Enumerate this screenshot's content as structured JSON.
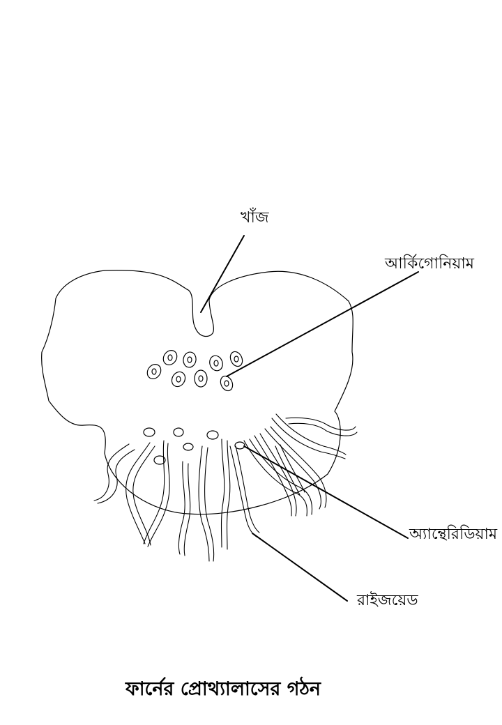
{
  "labels": {
    "notch": "খাঁজ",
    "archegonium": "আর্কিগোনিয়াম",
    "antheridium": "অ্যান্থেরিডিয়াম",
    "rhizoid": "রাইজয়েড"
  },
  "title": "ফার্নের প্রোথ্যালাসের গঠন",
  "colors": {
    "stroke": "#000000",
    "background": "#ffffff"
  }
}
